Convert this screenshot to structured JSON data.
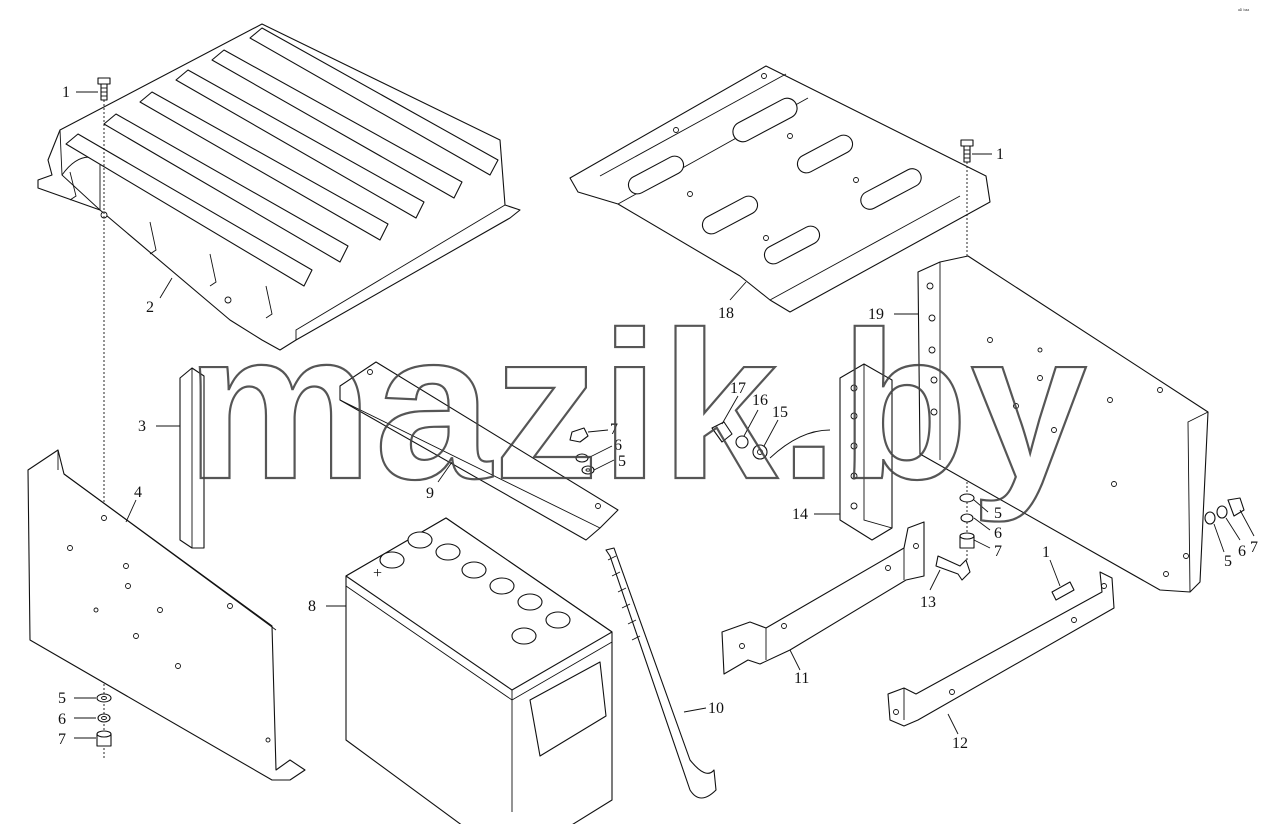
{
  "watermark": "mazik.by",
  "corner_mark": "ᵃᴰ ᵇᵃᵃ",
  "callouts": [
    {
      "id": "c1a",
      "text": "1"
    },
    {
      "id": "c2",
      "text": "2"
    },
    {
      "id": "c3",
      "text": "3"
    },
    {
      "id": "c4",
      "text": "4"
    },
    {
      "id": "c5a",
      "text": "5"
    },
    {
      "id": "c6a",
      "text": "6"
    },
    {
      "id": "c7a",
      "text": "7"
    },
    {
      "id": "c8",
      "text": "8"
    },
    {
      "id": "c9",
      "text": "9"
    },
    {
      "id": "c7b",
      "text": "7"
    },
    {
      "id": "c6b",
      "text": "6"
    },
    {
      "id": "c5b",
      "text": "5"
    },
    {
      "id": "c10",
      "text": "10"
    },
    {
      "id": "c17",
      "text": "17"
    },
    {
      "id": "c16",
      "text": "16"
    },
    {
      "id": "c15",
      "text": "15"
    },
    {
      "id": "c18",
      "text": "18"
    },
    {
      "id": "c1b",
      "text": "1"
    },
    {
      "id": "c19",
      "text": "19"
    },
    {
      "id": "c14",
      "text": "14"
    },
    {
      "id": "c5c",
      "text": "5"
    },
    {
      "id": "c6c",
      "text": "6"
    },
    {
      "id": "c7c",
      "text": "7"
    },
    {
      "id": "c13",
      "text": "13"
    },
    {
      "id": "c11",
      "text": "11"
    },
    {
      "id": "c1c",
      "text": "1"
    },
    {
      "id": "c12",
      "text": "12"
    },
    {
      "id": "c5d",
      "text": "5"
    },
    {
      "id": "c6d",
      "text": "6"
    },
    {
      "id": "c7d",
      "text": "7"
    }
  ]
}
